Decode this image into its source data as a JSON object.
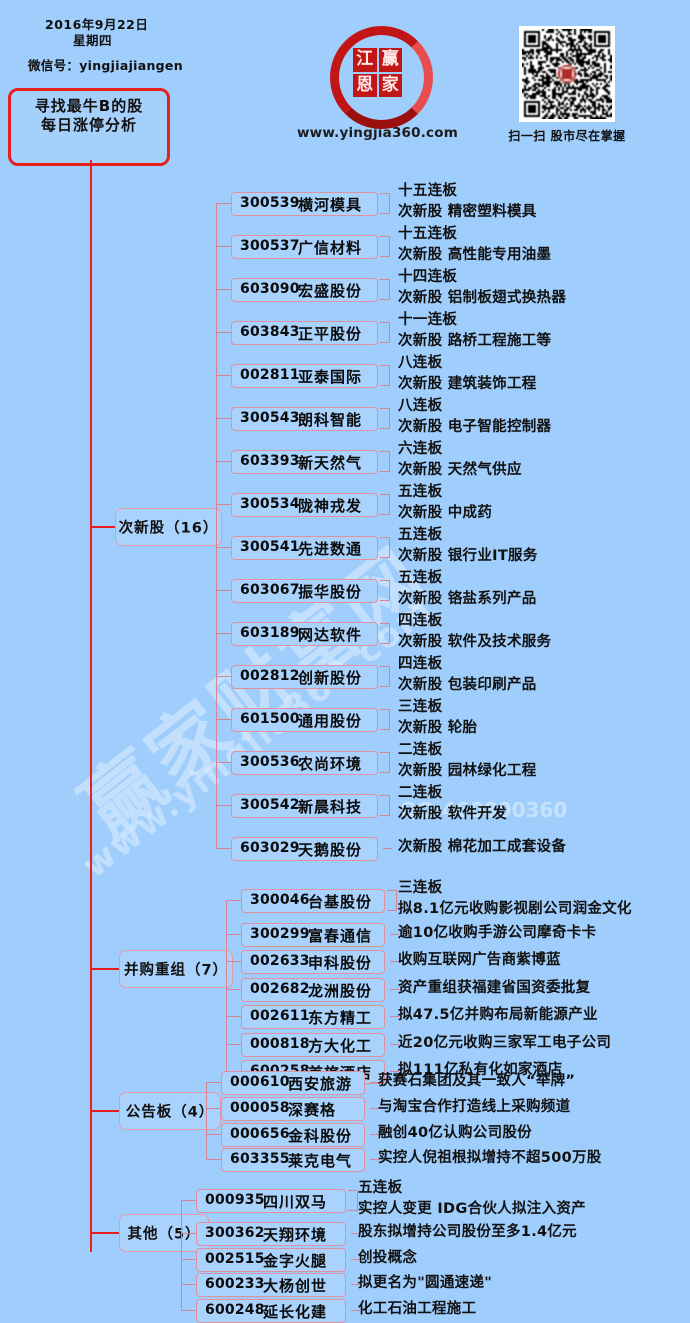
{
  "header": {
    "date": "2016年9月22日",
    "weekday": "星期四",
    "wechat": "微信号：yingjiajiangen",
    "logo": {
      "chars": [
        "江",
        "赢",
        "恩",
        "家"
      ],
      "url": "www.yingjia360.com"
    },
    "qr": {
      "caption": "扫一扫 股市尽在掌握"
    }
  },
  "root": {
    "line1": "寻找最牛B的股",
    "line2": "每日涨停分析"
  },
  "watermark": {
    "brand": "赢家财富网",
    "url": "www.yingjia360.com",
    "qq": "QQ:460800360"
  },
  "categories": [
    {
      "label": "次新股（16）",
      "count": 16
    },
    {
      "label": "并购重组（7）",
      "count": 7
    },
    {
      "label": "公告板（4）",
      "count": 4
    },
    {
      "label": "其他（5）",
      "count": 5
    }
  ],
  "groups": [
    {
      "name": "次新股（16）",
      "rows": [
        {
          "code": "300539",
          "stock": "横河模具",
          "line1": "十五连板",
          "line2": "次新股  精密塑料模具"
        },
        {
          "code": "300537",
          "stock": "广信材料",
          "line1": "十五连板",
          "line2": "次新股  高性能专用油墨"
        },
        {
          "code": "603090",
          "stock": "宏盛股份",
          "line1": "十四连板",
          "line2": "次新股  铝制板翅式换热器"
        },
        {
          "code": "603843",
          "stock": "正平股份",
          "line1": "十一连板",
          "line2": "次新股  路桥工程施工等"
        },
        {
          "code": "002811",
          "stock": "亚泰国际",
          "line1": "八连板",
          "line2": "次新股  建筑装饰工程"
        },
        {
          "code": "300543",
          "stock": "朗科智能",
          "line1": "八连板",
          "line2": "次新股  电子智能控制器"
        },
        {
          "code": "603393",
          "stock": "新天然气",
          "line1": "六连板",
          "line2": "次新股  天然气供应"
        },
        {
          "code": "300534",
          "stock": "陇神戎发",
          "line1": "五连板",
          "line2": "次新股  中成药"
        },
        {
          "code": "300541",
          "stock": "先进数通",
          "line1": "五连板",
          "line2": "次新股  银行业IT服务"
        },
        {
          "code": "603067",
          "stock": "振华股份",
          "line1": "五连板",
          "line2": "次新股  铬盐系列产品"
        },
        {
          "code": "603189",
          "stock": "网达软件",
          "line1": "四连板",
          "line2": "次新股  软件及技术服务"
        },
        {
          "code": "002812",
          "stock": "创新股份",
          "line1": "四连板",
          "line2": "次新股  包装印刷产品"
        },
        {
          "code": "601500",
          "stock": "通用股份",
          "line1": "三连板",
          "line2": "次新股  轮胎"
        },
        {
          "code": "300536",
          "stock": "农尚环境",
          "line1": "二连板",
          "line2": "次新股  园林绿化工程"
        },
        {
          "code": "300542",
          "stock": "新晨科技",
          "line1": "二连板",
          "line2": "次新股  软件开发"
        },
        {
          "code": "603029",
          "stock": "天鹅股份",
          "line1": "",
          "line2": "次新股  棉花加工成套设备"
        }
      ]
    },
    {
      "name": "并购重组（7）",
      "rows": [
        {
          "code": "300046",
          "stock": "台基股份",
          "line1": "三连板",
          "line2": "拟8.1亿元收购影视剧公司润金文化"
        },
        {
          "code": "300299",
          "stock": "富春通信",
          "line1": "",
          "line2": "逾10亿收购手游公司摩奇卡卡"
        },
        {
          "code": "002633",
          "stock": "申科股份",
          "line1": "",
          "line2": "收购互联网广告商紫博蓝"
        },
        {
          "code": "002682",
          "stock": "龙洲股份",
          "line1": "",
          "line2": "资产重组获福建省国资委批复"
        },
        {
          "code": "002611",
          "stock": "东方精工",
          "line1": "",
          "line2": "拟47.5亿并购布局新能源产业"
        },
        {
          "code": "000818",
          "stock": "方大化工",
          "line1": "",
          "line2": "近20亿元收购三家军工电子公司"
        },
        {
          "code": "600258",
          "stock": "首旅酒店",
          "line1": "",
          "line2": "拟111亿私有化如家酒店"
        }
      ]
    },
    {
      "name": "公告板（4）",
      "rows": [
        {
          "code": "000610",
          "stock": "西安旅游",
          "line1": "",
          "line2": "获赛石集团及其一致人“举牌”"
        },
        {
          "code": "000058",
          "stock": "深赛格",
          "line1": "",
          "line2": "与淘宝合作打造线上采购频道"
        },
        {
          "code": "000656",
          "stock": "金科股份",
          "line1": "",
          "line2": "融创40亿认购公司股份"
        },
        {
          "code": "603355",
          "stock": "莱克电气",
          "line1": "",
          "line2": "实控人倪祖根拟增持不超500万股"
        }
      ]
    },
    {
      "name": "其他（5）",
      "rows": [
        {
          "code": "000935",
          "stock": "四川双马",
          "line1": "五连板",
          "line2": "实控人变更  IDG合伙人拟注入资产"
        },
        {
          "code": "300362",
          "stock": "天翔环境",
          "line1": "",
          "line2": "股东拟增持公司股份至多1.4亿元"
        },
        {
          "code": "002515",
          "stock": "金字火腿",
          "line1": "",
          "line2": "创投概念"
        },
        {
          "code": "600233",
          "stock": "大杨创世",
          "line1": "",
          "line2": "拟更名为\"圆通速递\""
        },
        {
          "code": "600248",
          "stock": "延长化建",
          "line1": "",
          "line2": "化工石油工程施工"
        }
      ]
    }
  ],
  "colors": {
    "background": "#9fcdfc",
    "accent": "#e81f1f",
    "boxBorder": "#e0919f",
    "text": "#101010"
  }
}
